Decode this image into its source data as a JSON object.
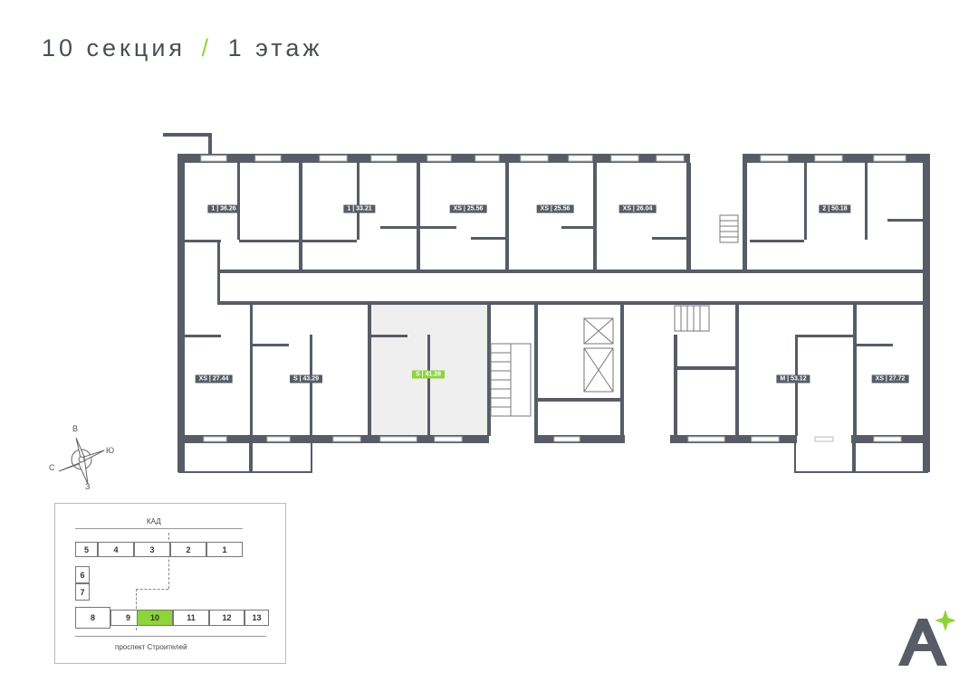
{
  "header": {
    "section": "10 секция",
    "separator": "/",
    "floor": "1 этаж"
  },
  "apartments": [
    {
      "label": "1 | 36.26",
      "selected": false
    },
    {
      "label": "1 | 33.21",
      "selected": false
    },
    {
      "label": "XS | 25.56",
      "selected": false
    },
    {
      "label": "XS | 25.56",
      "selected": false
    },
    {
      "label": "XS | 26.04",
      "selected": false
    },
    {
      "label": "2 | 50.18",
      "selected": false
    },
    {
      "label": "XS | 27.44",
      "selected": false
    },
    {
      "label": "S | 43.29",
      "selected": false
    },
    {
      "label": "S | 41.28",
      "selected": true
    },
    {
      "label": "M | 53.12",
      "selected": false
    },
    {
      "label": "XS | 27.72",
      "selected": false
    }
  ],
  "compass": {
    "north": "В",
    "east": "Ю",
    "west": "С",
    "south": "З"
  },
  "minimap": {
    "top_road": "КАД",
    "bottom_road": "проспект Строителей",
    "sections": [
      "1",
      "2",
      "3",
      "4",
      "5",
      "6",
      "7",
      "8",
      "9",
      "10",
      "11",
      "12",
      "13"
    ],
    "selected": "10"
  },
  "colors": {
    "wall": "#575c66",
    "accent": "#8cd43a",
    "selected_fill": "#efefef"
  }
}
